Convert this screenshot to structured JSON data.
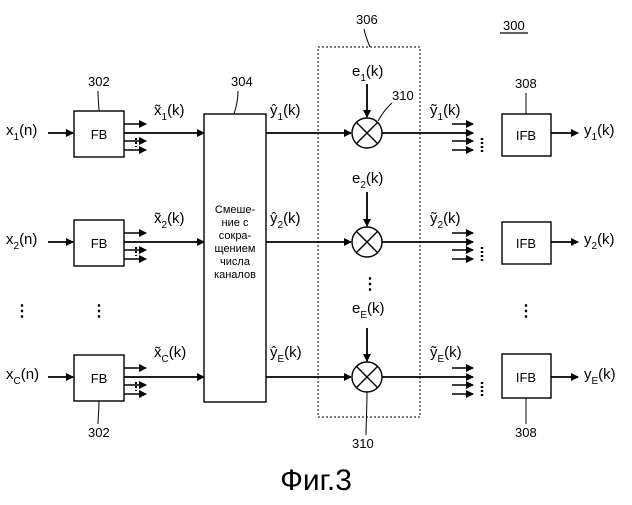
{
  "figure": {
    "number_label": "300",
    "caption": "Фиг.3"
  },
  "refs": {
    "fb_top": "302",
    "fb_bottom": "302",
    "mixer": "304",
    "scaling_block": "306",
    "ifb_top": "308",
    "ifb_bottom": "308",
    "multiplier_top": "310",
    "multiplier_bottom": "310"
  },
  "channels": [
    {
      "x": "x",
      "x_sub": "1",
      "xt": "x̃",
      "xt_sub": "1"
    },
    {
      "x": "x",
      "x_sub": "2",
      "xt": "x̃",
      "xt_sub": "2"
    },
    {
      "x": "x",
      "x_sub": "C",
      "xt": "x̃",
      "xt_sub": "C"
    }
  ],
  "outputs": [
    {
      "yhat": "ŷ",
      "yhat_sub": "1",
      "e": "e",
      "e_sub": "1",
      "yt": "ỹ",
      "yt_sub": "1",
      "y": "y",
      "y_sub": "1"
    },
    {
      "yhat": "ŷ",
      "yhat_sub": "2",
      "e": "e",
      "e_sub": "2",
      "yt": "ỹ",
      "yt_sub": "2",
      "y": "y",
      "y_sub": "2"
    },
    {
      "yhat": "ŷ",
      "yhat_sub": "E",
      "e": "e",
      "e_sub": "E",
      "yt": "ỹ",
      "yt_sub": "E",
      "y": "y",
      "y_sub": "E"
    }
  ],
  "args": {
    "n": "(n)",
    "k": "(k)"
  },
  "blocks": {
    "fb": "FB",
    "ifb": "IFB",
    "mixer_lines": [
      "Смеше-",
      "ние с",
      "сокра-",
      "щением",
      "числа",
      "каналов"
    ]
  },
  "ellipsis": "⋮"
}
